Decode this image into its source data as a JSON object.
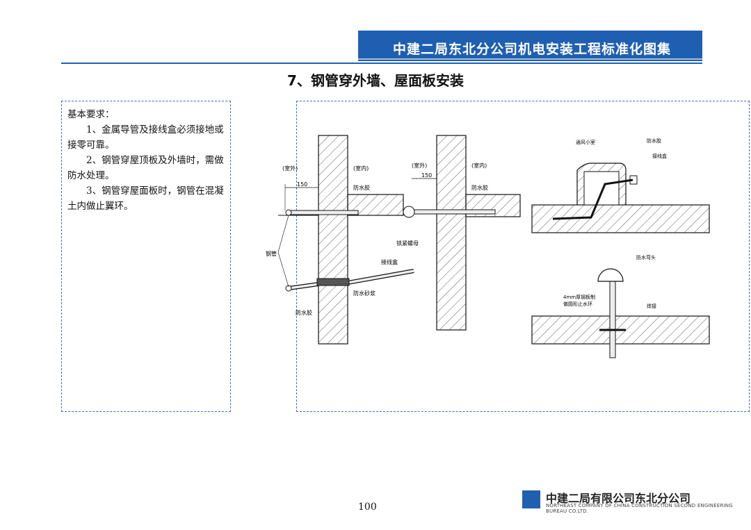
{
  "header": {
    "title": "中建二局东北分公司机电安装工程标准化图集"
  },
  "page_title": "7、钢管穿外墙、屋面板安装",
  "requirements": {
    "heading": "基本要求：",
    "items": [
      "1、金属导管及接线盒必须接地或接零可靠。",
      "2、钢管穿屋顶板及外墙时，需做防水处理。",
      "3、钢管穿屋面板时，钢管在混凝土内做止翼环。"
    ]
  },
  "figure": {
    "labels": {
      "outdoor": "(室外)",
      "indoor": "(室内)",
      "dim_150": "150",
      "waterproof_glue": "防水胶",
      "steel_pipe": "钢管",
      "junction_box": "接线盒",
      "waterproof_mortar": "防水砂浆",
      "lock_nut": "锁紧螺母",
      "vent_house": "通风小室",
      "rain_cap": "防水弯头",
      "ring_note_1": "4mm厚钢板制",
      "ring_note_2": "做圆形止水环",
      "weld": "焊接"
    }
  },
  "footer": {
    "page_number": "100",
    "company_name": "中建二局有限公司东北分公司",
    "company_en": "NORTHEAST COMPANY OF CHINA CONSTRUCTION SECOND ENGINEERING BUREAU CO.LTD."
  }
}
